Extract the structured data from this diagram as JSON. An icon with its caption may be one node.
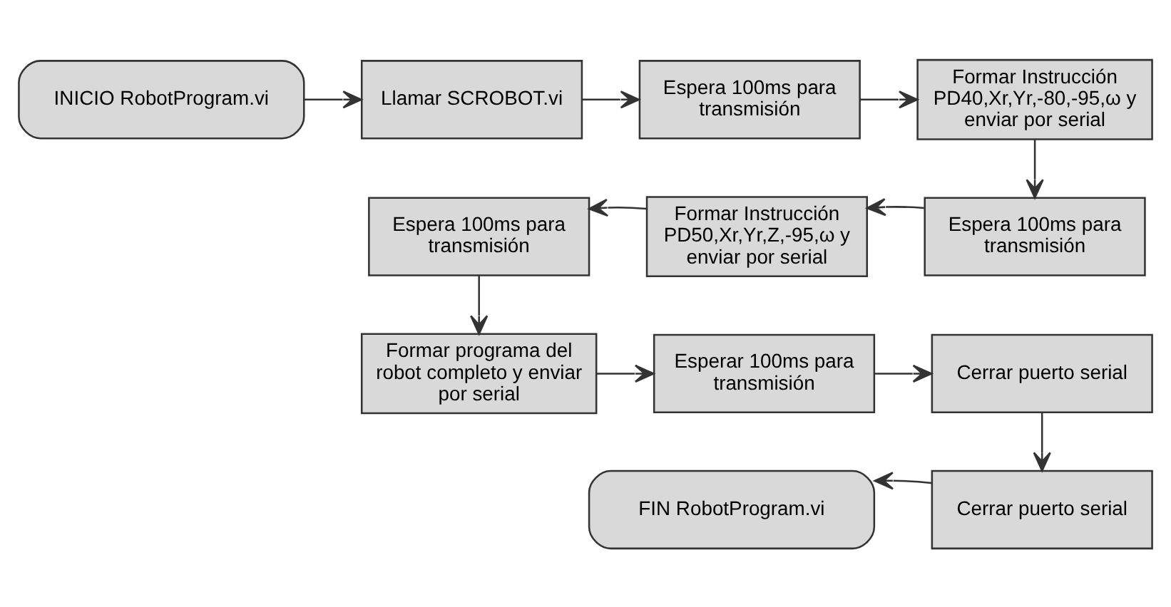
{
  "diagram": {
    "nodes": [
      {
        "text": [
          "INICIO RobotProgram.vi"
        ]
      },
      {
        "text": [
          "Llamar SCROBOT.vi"
        ]
      },
      {
        "text": [
          "Espera 100ms para transmisión"
        ]
      },
      {
        "text": [
          "Formar Instrucción PD40,Xr,Yr,-80,-95,ω y enviar por serial"
        ]
      },
      {
        "text": [
          "Espera 100ms para transmisión"
        ]
      },
      {
        "text": [
          "Formar Instrucción PD50,Xr,Yr,Z,-95,ω y enviar por serial"
        ]
      },
      {
        "text": [
          "Espera 100ms para transmisión"
        ]
      },
      {
        "text": [
          "Formar programa del robot completo y enviar por serial"
        ]
      },
      {
        "text": [
          "Esperar 100ms para transmisión"
        ]
      },
      {
        "text": [
          "Cerrar puerto serial"
        ]
      },
      {
        "text": [
          "Cerrar puerto serial"
        ]
      },
      {
        "text": [
          "FIN RobotProgram.vi"
        ]
      }
    ],
    "edges": [
      {
        "from": 0,
        "to": 1,
        "arrow": "to"
      },
      {
        "from": 1,
        "to": 2,
        "arrow": "to"
      },
      {
        "from": 2,
        "to": 3,
        "arrow": "to"
      },
      {
        "from": 3,
        "to": 4,
        "arrow": "to"
      },
      {
        "from": 4,
        "to": 5,
        "arrow": "to"
      },
      {
        "from": 5,
        "to": 6,
        "arrow": "to"
      },
      {
        "from": 6,
        "to": 7,
        "arrow": "to"
      },
      {
        "from": 7,
        "to": 8,
        "arrow": "to"
      },
      {
        "from": 8,
        "to": 9,
        "arrow": "to"
      },
      {
        "from": 9,
        "to": 10,
        "arrow": "to"
      },
      {
        "from": 10,
        "to": 11,
        "arrow": "to"
      }
    ]
  }
}
